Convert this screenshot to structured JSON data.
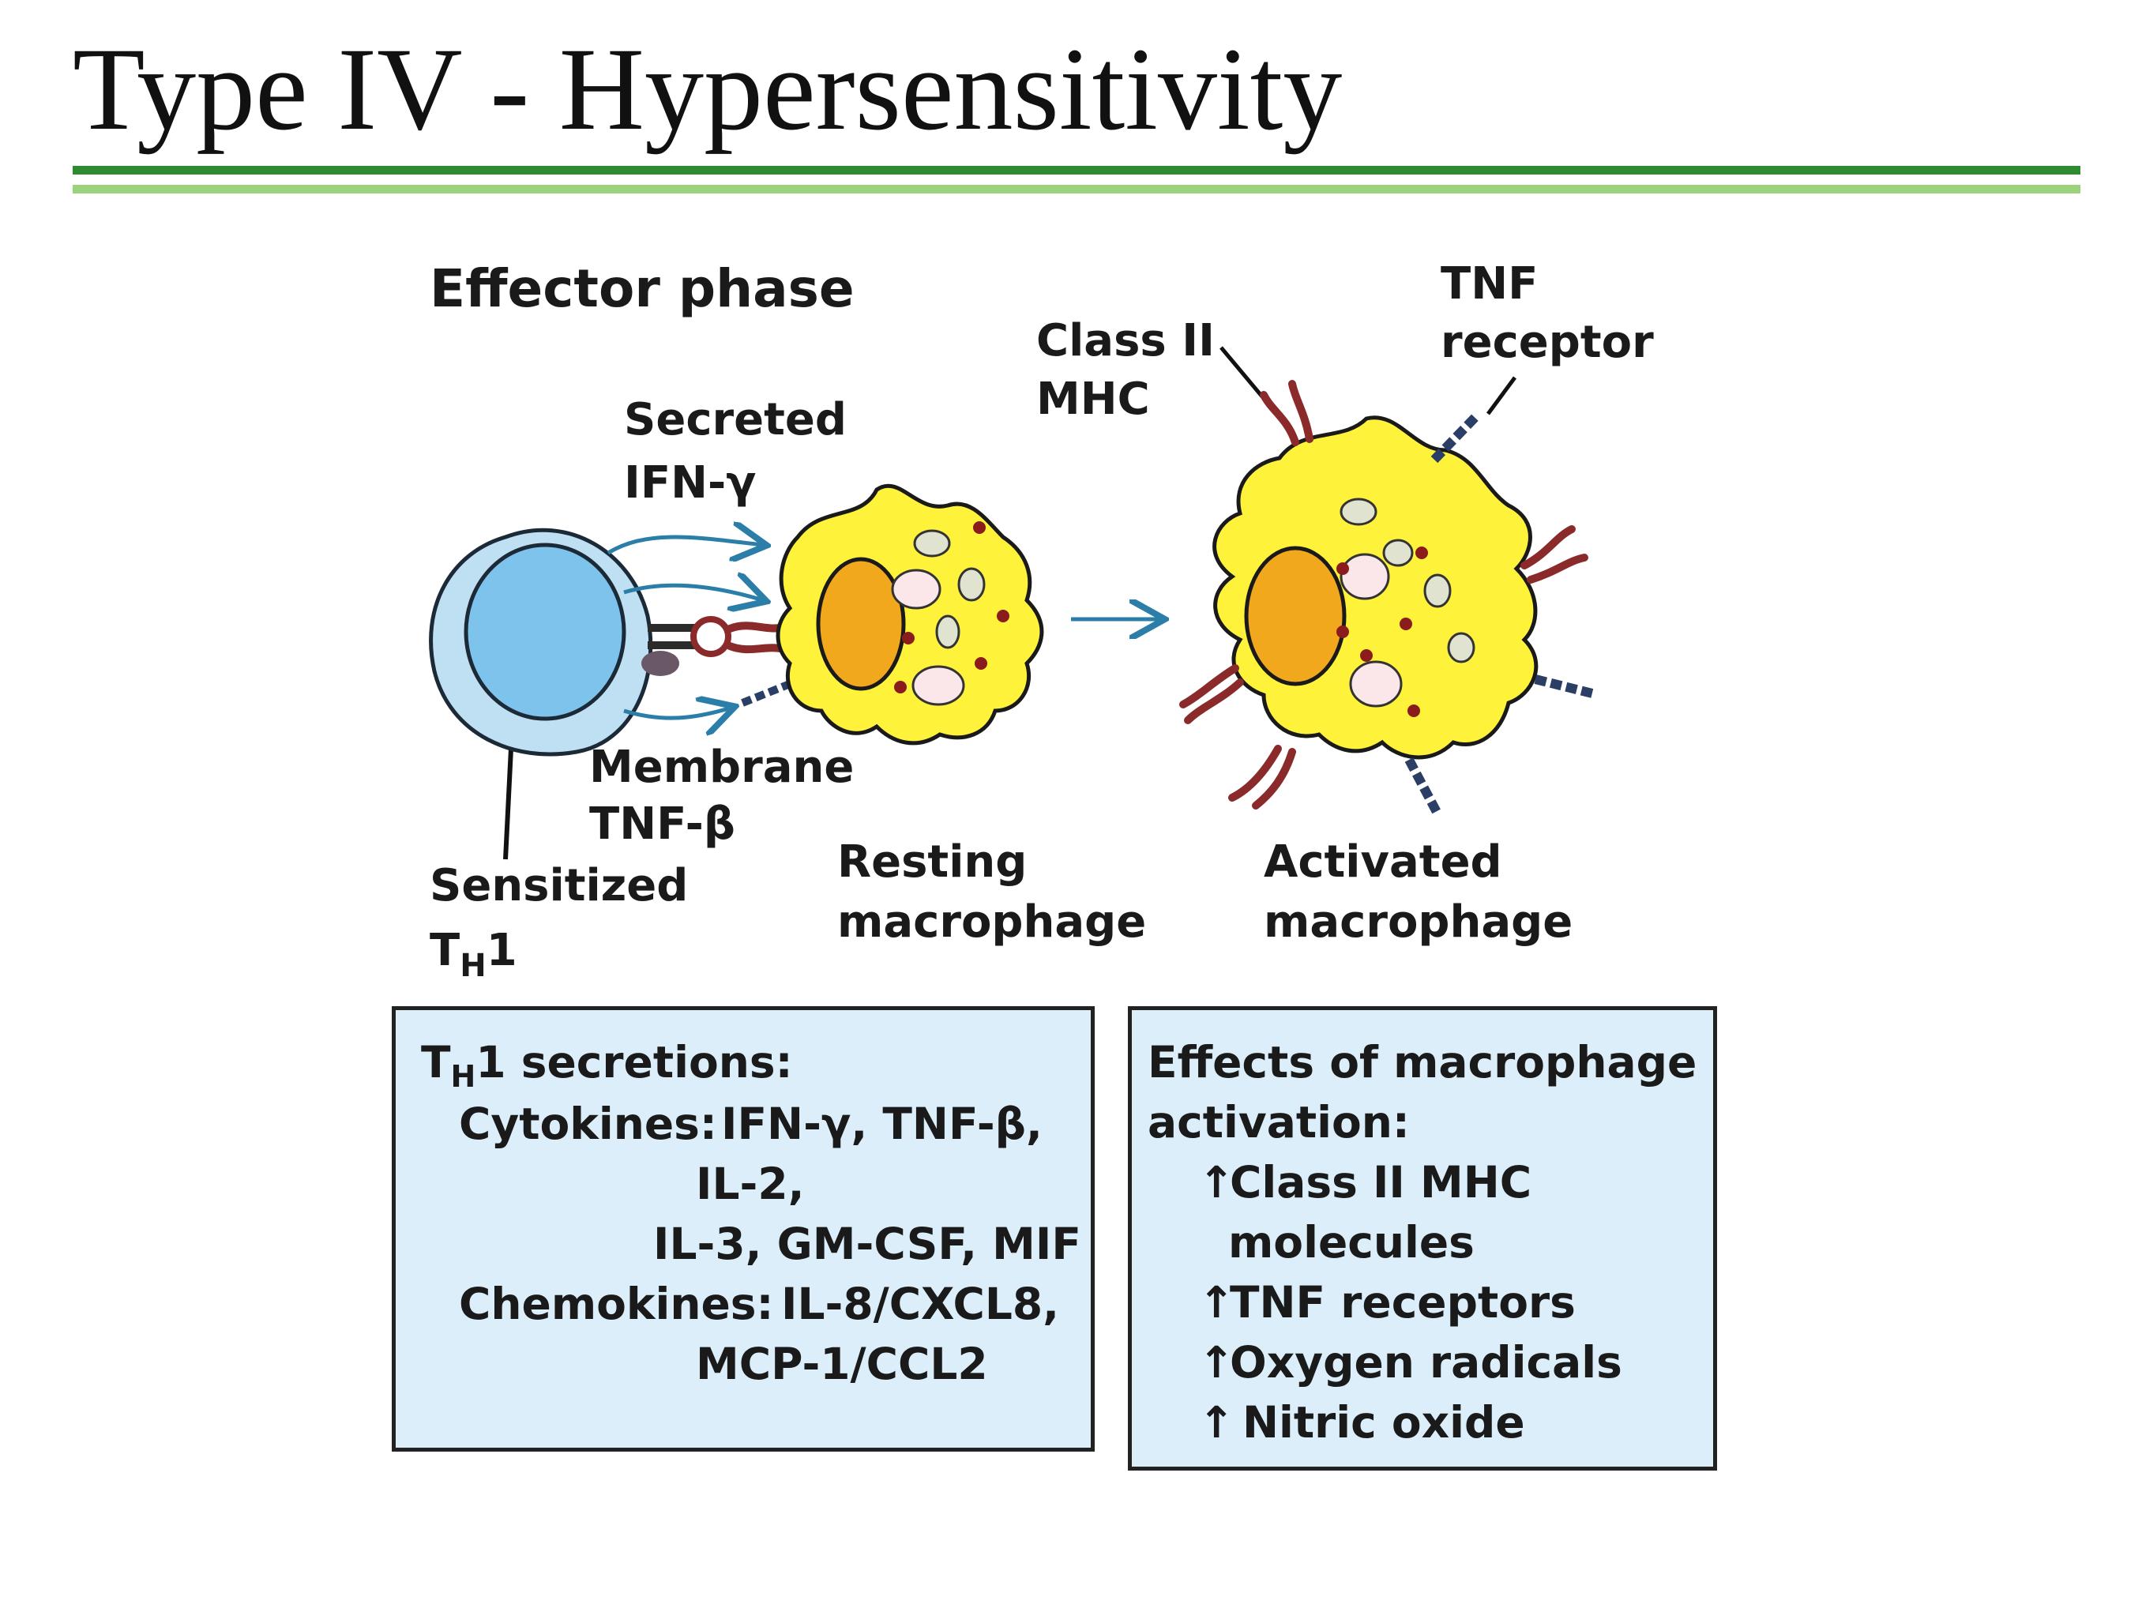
{
  "title": "Type IV - Hypersensitivity",
  "diagram": {
    "phase_label": "Effector phase",
    "secreted_line1": "Secreted",
    "secreted_line2": "IFN-γ",
    "membrane_line1": "Membrane",
    "membrane_line2": "TNF-β",
    "sensitized_line1": "Sensitized",
    "th_T": "T",
    "th_H": "H",
    "th_1": "1",
    "resting_line1": "Resting",
    "resting_line2": "macrophage",
    "activated_line1": "Activated",
    "activated_line2": "macrophage",
    "classii_line1": "Class II",
    "classii_line2": "MHC",
    "tnf_line1": "TNF",
    "tnf_line2": "receptor"
  },
  "secretions_box": {
    "heading_T": "T",
    "heading_H": "H",
    "heading_rest": "1 secretions:",
    "cytokines_label": "Cytokines:",
    "cytokines_1": "IFN-γ, TNF-β,",
    "cytokines_2": "IL-2,",
    "cytokines_3": "IL-3, GM-CSF, MIF",
    "chemokines_label": "Chemokines:",
    "chemokines_1": "IL-8/CXCL8,",
    "chemokines_2": "MCP-1/CCL2"
  },
  "effects_box": {
    "heading_1": "Effects of macrophage",
    "heading_2": "activation:",
    "arrow": "↑",
    "item_1a": "Class II MHC",
    "item_1b": "molecules",
    "item_2": "TNF receptors",
    "item_3": "Oxygen radicals",
    "item_4": "Nitric oxide"
  },
  "colors": {
    "rule_dark": "#2f8b2f",
    "rule_light": "#9bd27b",
    "box_fill": "#dbeefa",
    "macrophage": "#fff23a",
    "nucleus": "#f2a81d",
    "t_cell": "#bfe0f2",
    "t_nucleus": "#7ec3ec",
    "arrow": "#2a7ea8"
  }
}
